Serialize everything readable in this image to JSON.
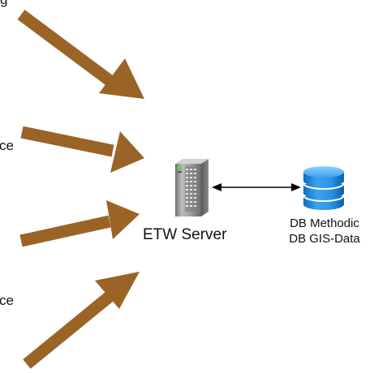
{
  "labels": {
    "cut_top": "g",
    "cut_left_1": "ce",
    "cut_left_2": "ce"
  },
  "server": {
    "label": "ETW Server",
    "icon": "server-tower-icon"
  },
  "database": {
    "icon": "database-cylinder-icon",
    "lines": [
      "DB Methodic",
      "DB GIS-Data"
    ]
  },
  "connectors": {
    "server_db": "bidirectional-arrow"
  },
  "colors": {
    "arrow_brown": "#9B6427",
    "server_gray": "#8C8C8C",
    "db_blue": "#1E8CE6",
    "text": "#111111"
  }
}
